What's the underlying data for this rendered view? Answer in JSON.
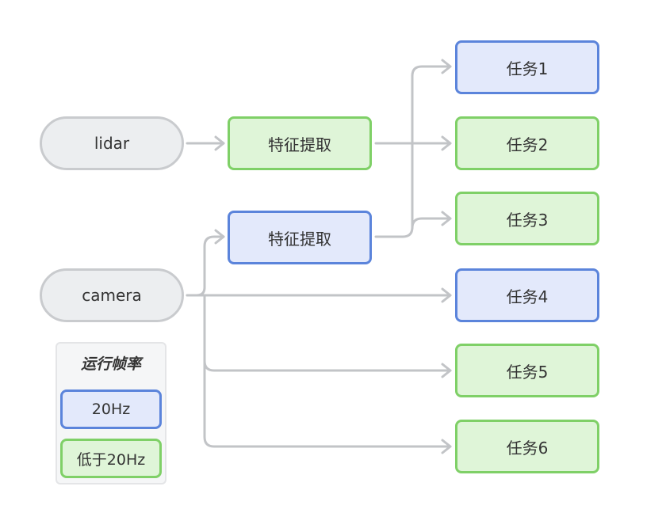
{
  "nodes": {
    "lidar": "lidar",
    "camera": "camera",
    "feature_top": "特征提取",
    "feature_bottom": "特征提取",
    "task1": "任务1",
    "task2": "任务2",
    "task3": "任务3",
    "task4": "任务4",
    "task5": "任务5",
    "task6": "任务6"
  },
  "legend": {
    "title": "运行帧率",
    "items": [
      {
        "label": "20Hz",
        "color": "blue"
      },
      {
        "label": "低于20Hz",
        "color": "green"
      }
    ]
  },
  "colors": {
    "blue_fill": "#e3e9fb",
    "blue_border": "#5b84db",
    "green_fill": "#dff5d8",
    "green_border": "#7fd067",
    "source_fill": "#eceef0",
    "source_border": "#c9cbce",
    "edge": "#c2c4c7"
  },
  "edges": [
    [
      "lidar",
      "feature_top"
    ],
    [
      "feature_top",
      "task2"
    ],
    [
      "feature_bottom",
      "task1"
    ],
    [
      "feature_bottom",
      "task2"
    ],
    [
      "feature_bottom",
      "task3"
    ],
    [
      "camera",
      "feature_bottom"
    ],
    [
      "camera",
      "task4"
    ],
    [
      "camera",
      "task5"
    ],
    [
      "camera",
      "task6"
    ]
  ]
}
